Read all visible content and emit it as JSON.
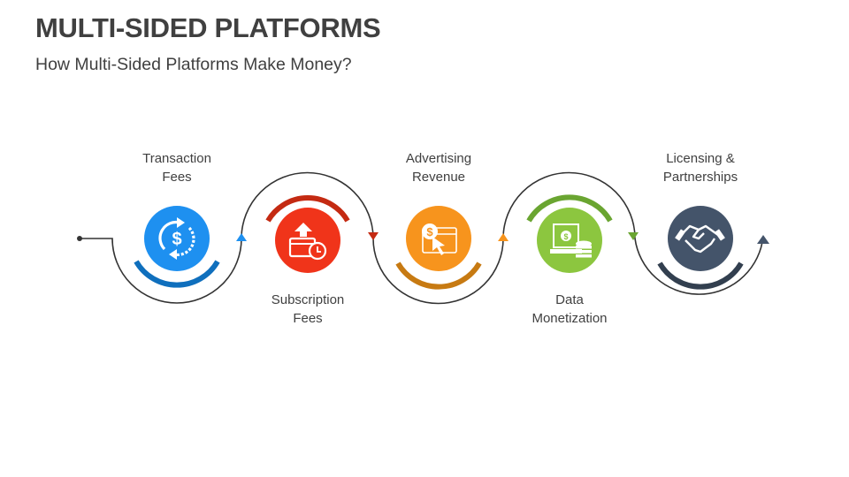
{
  "slide": {
    "title": "MULTI-SIDED PLATFORMS",
    "subtitle": "How Multi-Sided Platforms Make Money?"
  },
  "steps": [
    {
      "label_line1": "Transaction",
      "label_line2": "Fees",
      "icon": "dollar-exchange-icon",
      "color": "#1e90f0",
      "arc_color": "#0f6fbd",
      "position": "top-label"
    },
    {
      "label_line1": "Subscription",
      "label_line2": "Fees",
      "icon": "credit-card-clock-icon",
      "color": "#f0341a",
      "arc_color": "#c42a12",
      "position": "bottom-label"
    },
    {
      "label_line1": "Advertising",
      "label_line2": "Revenue",
      "icon": "ad-click-dollar-icon",
      "color": "#f7941d",
      "arc_color": "#c77a12",
      "position": "top-label"
    },
    {
      "label_line1": "Data",
      "label_line2": "Monetization",
      "icon": "monitor-coins-icon",
      "color": "#8cc63f",
      "arc_color": "#6aa531",
      "position": "bottom-label"
    },
    {
      "label_line1": "Licensing &",
      "label_line2": "Partnerships",
      "icon": "handshake-icon",
      "color": "#44546a",
      "arc_color": "#323f4f",
      "position": "top-label"
    }
  ],
  "colors": {
    "text": "#404040",
    "connector": "#333333"
  }
}
